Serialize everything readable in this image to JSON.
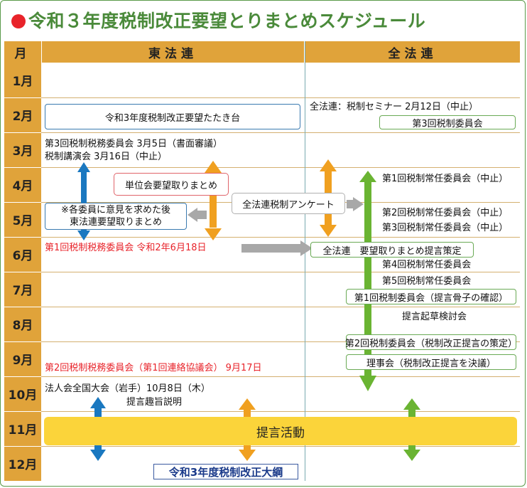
{
  "title": "令和３年度税制改正要望とりまとめスケジュール",
  "colors": {
    "header": "#e0a33a",
    "green_title": "#4a8a3a",
    "red": "#e8232a",
    "blue_arrow": "#1a78c0",
    "orange_arrow": "#f0a020",
    "green_arrow": "#6ab432",
    "grey_arrow": "#a8a8a8",
    "yellow_bar": "#fbd43a"
  },
  "header": {
    "month": "月",
    "toho": "東法連",
    "zenho": "全法連"
  },
  "months": [
    "1月",
    "2月",
    "3月",
    "4月",
    "5月",
    "6月",
    "7月",
    "8月",
    "9月",
    "10月",
    "11月",
    "12月"
  ],
  "toho": {
    "tatakidai": "令和3年度税制改正要望たたき台",
    "meeting3": "第3回税制税務委員会 3月5日（書面審議）",
    "lecture": "税制講演会 3月16日（中止）",
    "unit_requests": "単位会要望取りまとめ",
    "opinion_line1": "※各委員に意見を求めた後",
    "opinion_line2": "東法連要望取りまとめ",
    "meeting1": "第1回税制税務委員会 令和2年6月18日",
    "meeting2": "第2回税制税務委員会（第1回連絡協議会） 9月17日",
    "convention": "法人会全国大会（岩手）10月8日（木）",
    "proposal_explain": "提言趣旨説明"
  },
  "zenho": {
    "seminar": "全法連：税制セミナー 2月12日（中止）",
    "committee3": "第3回税制委員会",
    "survey": "全法連税制アンケート",
    "standing1": "第1回税制常任委員会（中止）",
    "standing2": "第2回税制常任委員会（中止）",
    "standing3": "第3回税制常任委員会（中止）",
    "summary": "全法連　要望取りまとめ提言策定",
    "standing4": "第4回税制常任委員会",
    "standing5": "第5回税制常任委員会",
    "committee1": "第1回税制委員会（提言骨子の確認）",
    "drafting": "提言起草検討会",
    "committee2": "第2回税制委員会（税制改正提言の策定）",
    "board": "理事会（税制改正提言を決議）"
  },
  "advocacy": "提言活動",
  "outline": "令和3年度税制改正大綱"
}
